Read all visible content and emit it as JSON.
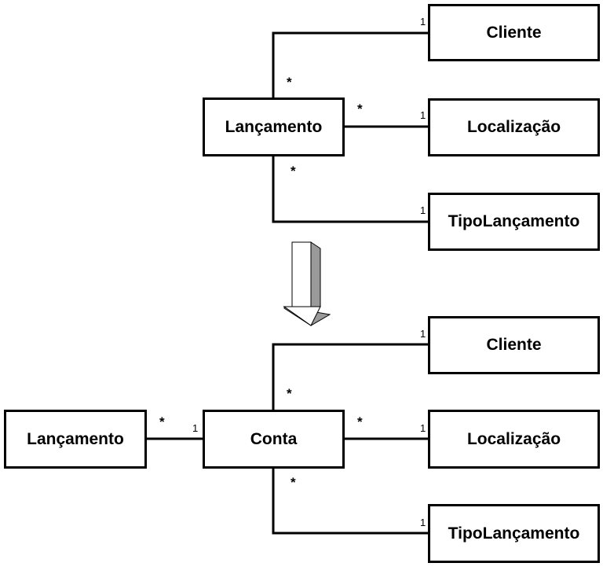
{
  "diagram_before": {
    "center": "Lançamento",
    "right_boxes": [
      "Cliente",
      "Localização",
      "TipoLançamento"
    ],
    "many": "*",
    "one": "1"
  },
  "diagram_after": {
    "center": "Conta",
    "left_box": "Lançamento",
    "right_boxes": [
      "Cliente",
      "Localização",
      "TipoLançamento"
    ],
    "many": "*",
    "one": "1"
  },
  "arrow": {
    "direction": "down",
    "fill": "#ffffff",
    "shade": "#9a9a9a"
  },
  "colors": {
    "line": "#000000",
    "box_border": "#000000",
    "background": "#ffffff"
  }
}
